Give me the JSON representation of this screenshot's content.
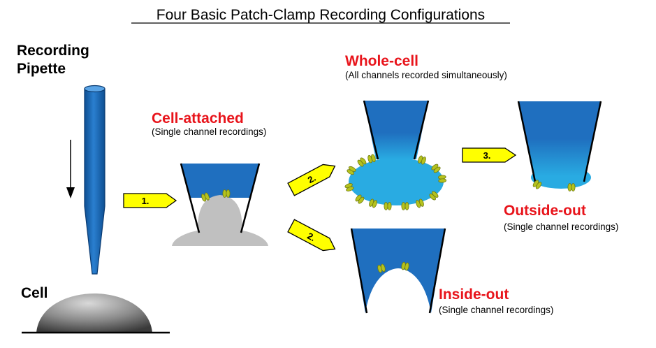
{
  "title": "Four Basic Patch-Clamp Recording Configurations",
  "labels": {
    "pipette_line1": "Recording",
    "pipette_line2": "Pipette",
    "cell": "Cell",
    "cell_attached": "Cell-attached",
    "cell_attached_sub": "(Single channel recordings)",
    "whole_cell": "Whole-cell",
    "whole_cell_sub": "(All channels recorded simultaneously)",
    "outside_out": "Outside-out",
    "outside_out_sub": "(Single channel recordings)",
    "inside_out": "Inside-out",
    "inside_out_sub": "(Single channel recordings)"
  },
  "steps": {
    "step1": "1.",
    "step2a": "2.",
    "step2b": "2.",
    "step3": "3."
  },
  "colors": {
    "pipette_blue": "#1f6fbf",
    "bath_blue": "#29abe2",
    "config_label_red": "#e8141b",
    "arrow_yellow": "#ffff00",
    "channel_green": "#b5c21e",
    "cell_gray": "#c0c0c0"
  }
}
